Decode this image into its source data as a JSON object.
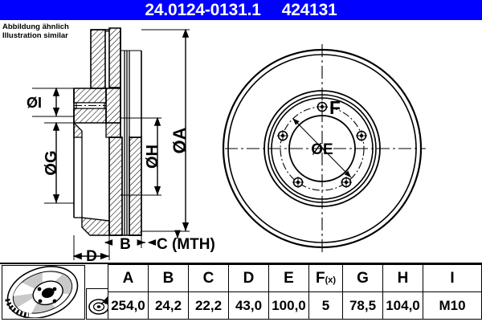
{
  "header": {
    "part_number": "24.0124-0131.1",
    "article_number": "424131",
    "bar_color": "#0000ff",
    "text_color": "#ffffff"
  },
  "disclaimer": {
    "line_de": "Abbildung ähnlich",
    "line_en": "Illustration similar"
  },
  "drawing": {
    "section_labels": {
      "diameter_i": "ØI",
      "diameter_g": "ØG",
      "diameter_h": "ØH",
      "diameter_a": "ØA",
      "thickness_b": "B",
      "min_thickness_c": "C (MTH)",
      "height_d": "D"
    },
    "front_labels": {
      "bolt_hole_f": "F",
      "pitch_circle_e": "ØE"
    },
    "bolt_hole_count": 5
  },
  "table": {
    "headers": [
      "A",
      "B",
      "C",
      "D",
      "E",
      "F(x)",
      "G",
      "H",
      "I"
    ],
    "values": [
      "254,0",
      "24,2",
      "22,2",
      "43,0",
      "100,0",
      "5",
      "78,5",
      "104,0",
      "M10"
    ],
    "fx_base": "F",
    "fx_sub": "(x)"
  },
  "icons": {
    "disc_icon_name": "brake-disc-3d-icon",
    "caliper_icon_name": "caliper-measure-icon"
  }
}
